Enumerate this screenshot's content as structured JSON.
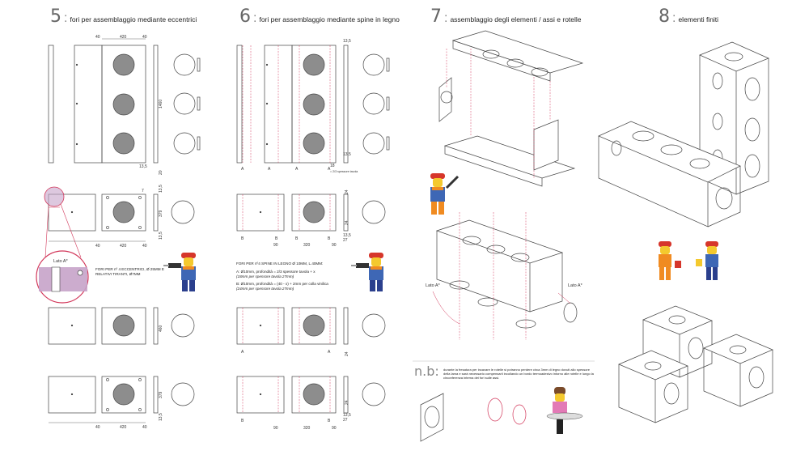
{
  "steps": [
    {
      "num": "5",
      "title": "fori per assemblaggio mediante eccentrici"
    },
    {
      "num": "6",
      "title": "fori per assemblaggio mediante spine in legno"
    },
    {
      "num": "7",
      "title": "assemblaggio degli elementi / assi e rotelle"
    },
    {
      "num": "8",
      "title": "elementi finiti"
    }
  ],
  "dims": {
    "d40": "40",
    "d420": "420",
    "d1460": "1460",
    "d13_5": "13,5",
    "d20": "20",
    "d24": "24",
    "d379": "379",
    "d460": "460",
    "d7": "7",
    "d27": "27",
    "d90": "90",
    "d320": "320",
    "d18": "18"
  },
  "labels": {
    "a": "A",
    "b": "B",
    "lato_a": "Lato A*",
    "thickness_note": "= 2/3 spessore tavola",
    "nb": "n.b:"
  },
  "notes": {
    "eccentrici": "FORI PER nº 4 ECCENTRICI, Ø 25MM E RELATIVI TIRANTI, Ø7MM",
    "spine_title": "FORI PER nº4 SPINE IN LEGNO Ø 10MM, L.40MM:",
    "spine_a": "A: Ø10mm, profondità = 2/3 spessore tavola + x",
    "spine_a2": "(18mm per spessore tavola 27mm)",
    "spine_b": "B: Ø10mm, profondità = (40 - x) + 2mm per colla vinilica",
    "spine_b2": "(24mm per spessore tavola 27mm)",
    "nb_text1": "durante la fresatura per incavare le rotelle si potranno perdere circa 3mm di legno dovuti allo spessore",
    "nb_text2": "della lama e sarà necessario compensarli incollando un bordo termoadesivo intorno alle rotelle e lungo la",
    "nb_text3": "circonferenza interna dei fori sulle assi."
  },
  "colors": {
    "line": "#444444",
    "accent": "#d2375a",
    "pink_fill": "#c7a3c9",
    "hole_fill": "#8d8d8d"
  }
}
